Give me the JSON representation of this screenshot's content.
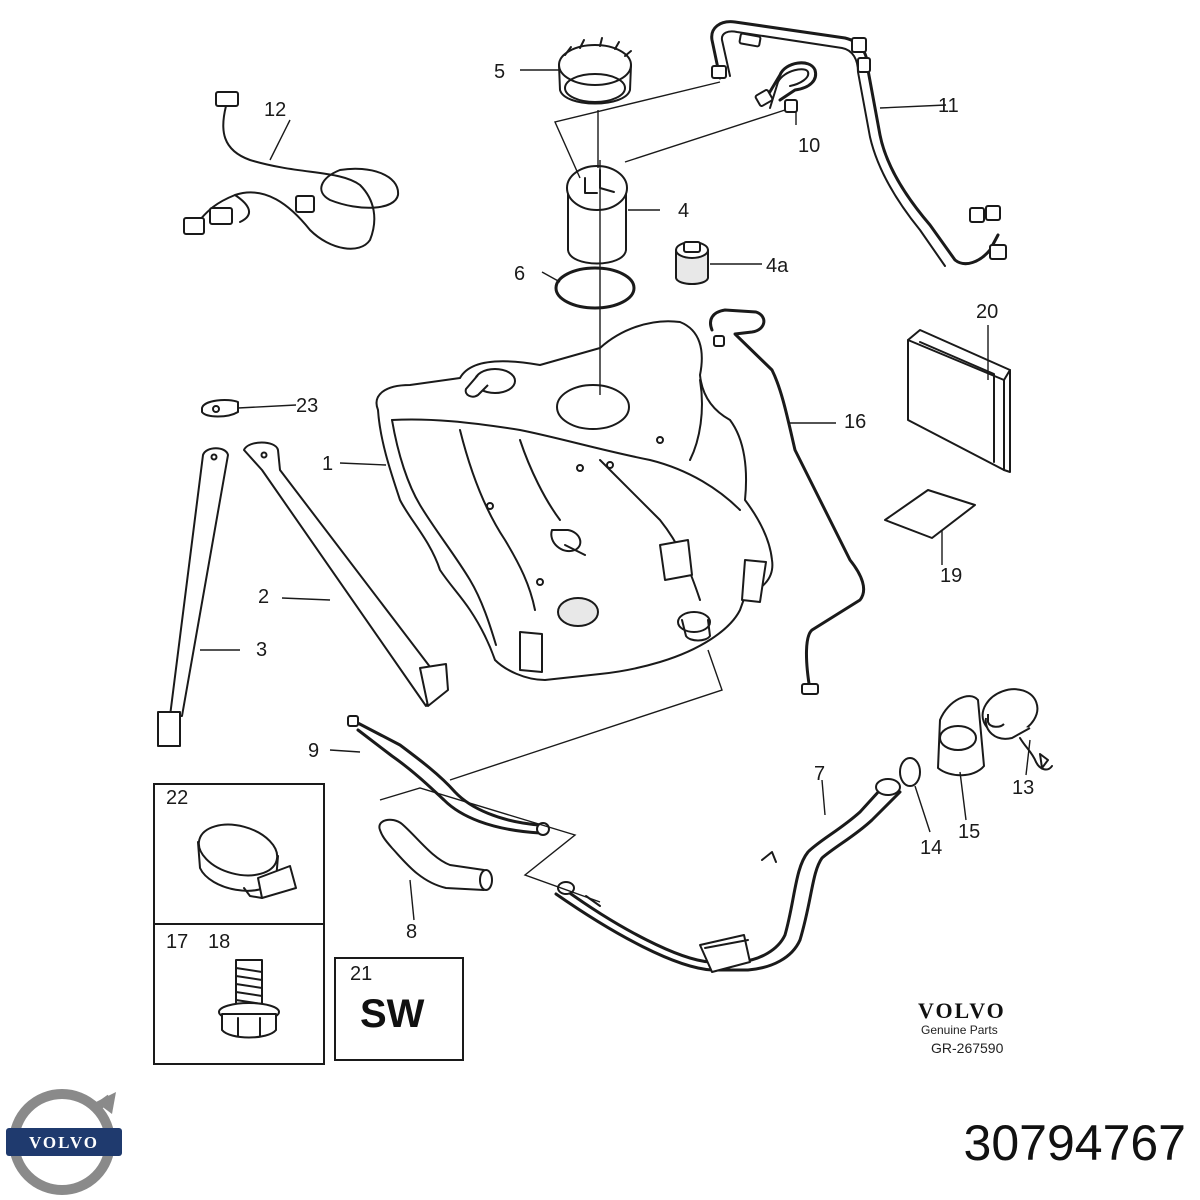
{
  "diagram": {
    "callouts": {
      "n1": "1",
      "n2": "2",
      "n3": "3",
      "n4": "4",
      "n4a": "4a",
      "n5": "5",
      "n6": "6",
      "n7": "7",
      "n8": "8",
      "n9": "9",
      "n10": "10",
      "n11": "11",
      "n12": "12",
      "n13": "13",
      "n14": "14",
      "n15": "15",
      "n16": "16",
      "n17": "17",
      "n18": "18",
      "n19": "19",
      "n20": "20",
      "n21": "21",
      "n22": "22",
      "n23": "23"
    },
    "sw_label": "SW",
    "brand": {
      "wordmark": "VOLVO",
      "subtitle": "Genuine Parts",
      "reference": "GR-267590"
    }
  },
  "footer": {
    "logo_text": "VOLVO",
    "logo_colors": {
      "ring": "#8a8a8a",
      "band": "#1f3a6e"
    },
    "part_number": "30794767"
  }
}
